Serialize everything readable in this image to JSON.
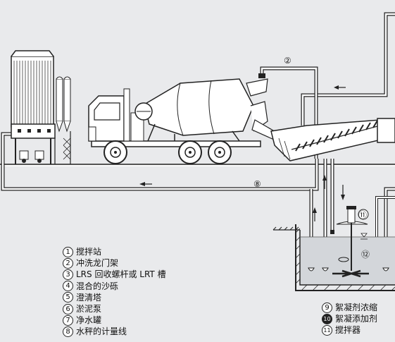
{
  "diagram": {
    "callouts": {
      "pipe_number": "②",
      "ground_number": "⑧",
      "agitator_number": "⑪",
      "tank_number": "⑫"
    },
    "legend_left": [
      {
        "num": "1",
        "label": "搅拌站"
      },
      {
        "num": "2",
        "label": "冲洗龙门架"
      },
      {
        "num": "3",
        "label": "LRS 回收螺杆或 LRT 槽"
      },
      {
        "num": "4",
        "label": "混合的沙砾"
      },
      {
        "num": "5",
        "label": "澄清塔"
      },
      {
        "num": "6",
        "label": "淤泥泵"
      },
      {
        "num": "7",
        "label": "净水罐"
      },
      {
        "num": "8",
        "label": "水秤的计量线"
      }
    ],
    "legend_right": [
      {
        "num": "9",
        "label": "絮凝剂浓缩"
      },
      {
        "num": "10",
        "label": "絮凝添加剂"
      },
      {
        "num": "11",
        "label": "搅拌器"
      }
    ],
    "colors": {
      "background": "#e9eaec",
      "line": "#222222",
      "water": "#d3d6da",
      "white": "#ffffff"
    }
  }
}
